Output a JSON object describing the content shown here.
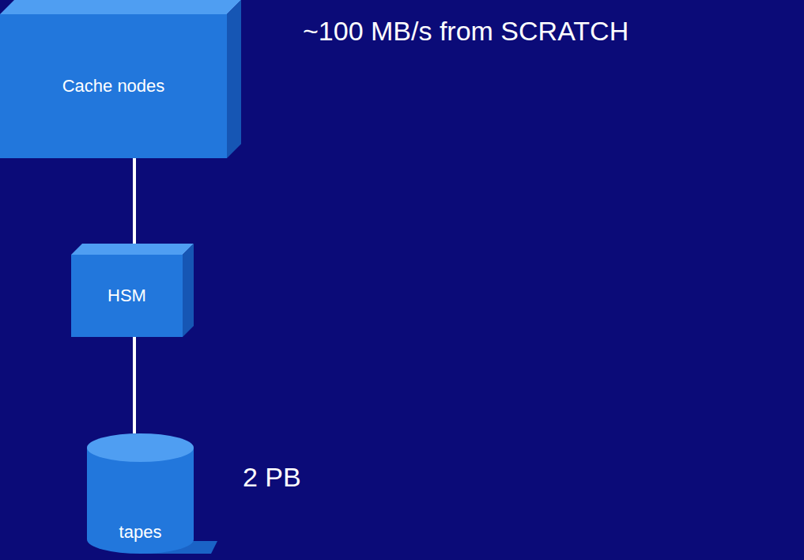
{
  "diagram": {
    "nodes": [
      {
        "text": [
          "Cache nodes"
        ]
      },
      {
        "text": [
          "HSM"
        ]
      },
      {
        "text": [
          "tapes"
        ]
      }
    ],
    "edges": [
      {
        "from": 0,
        "to": 1,
        "arrow": "none"
      },
      {
        "from": 1,
        "to": 2,
        "arrow": "none"
      }
    ],
    "labels": [
      "~100 MB/s from SCRATCH",
      "2 PB"
    ]
  }
}
